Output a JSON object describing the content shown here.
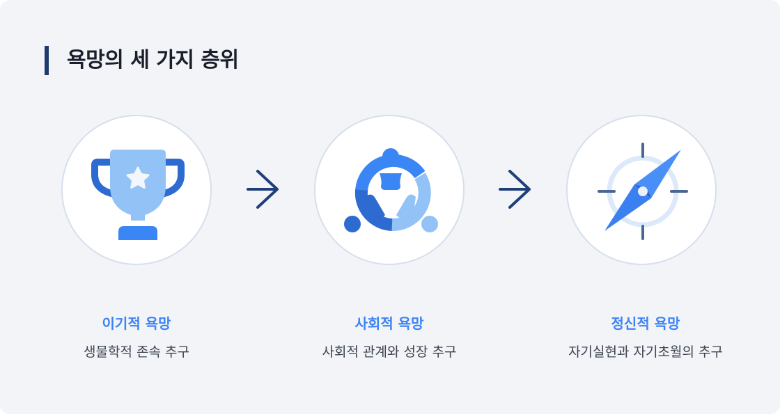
{
  "header": {
    "title": "욕망의 세 가지 층위",
    "accent_color": "#1e3a6e"
  },
  "stages": [
    {
      "name": "이기적 욕망",
      "description": "생물학적 존속 추구",
      "icon": "trophy-icon"
    },
    {
      "name": "사회적 욕망",
      "description": "사회적 관계와 성장 추구",
      "icon": "people-circle-icon"
    },
    {
      "name": "정신적 욕망",
      "description": "자기실현과 자기초월의 추구",
      "icon": "compass-icon"
    }
  ],
  "connectors": [
    {
      "icon": "arrow-right-icon"
    },
    {
      "icon": "arrow-right-icon"
    }
  ],
  "colors": {
    "background": "#f2f4f7",
    "label_accent": "#3b82f6",
    "arrow": "#1e3f7a",
    "text": "#3d4451"
  }
}
